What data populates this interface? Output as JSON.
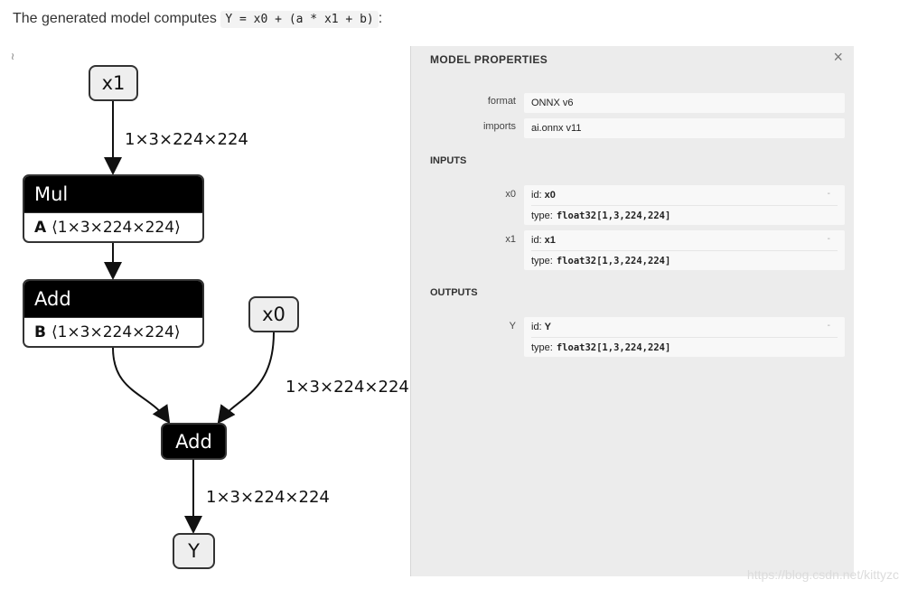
{
  "intro": {
    "text": "The generated model computes",
    "formula": "Y = x0 + (a * x1 + b)",
    "suffix": ":"
  },
  "left_marker": "≀",
  "graph": {
    "input_x1": "x1",
    "input_x0": "x0",
    "output_y": "Y",
    "mul": {
      "title": "Mul",
      "attr_name": "A",
      "attr_value": "⟨1×3×224×224⟩"
    },
    "add1": {
      "title": "Add",
      "attr_name": "B",
      "attr_value": "⟨1×3×224×224⟩"
    },
    "add2": {
      "title": "Add"
    },
    "edge_labels": {
      "x1_to_mul": "1×3×224×224",
      "x0_to_add": "1×3×224×224",
      "add_to_y": "1×3×224×224"
    }
  },
  "panel": {
    "title": "MODEL PROPERTIES",
    "close_icon": "×",
    "props": [
      {
        "label": "format",
        "value": "ONNX v6"
      },
      {
        "label": "imports",
        "value": "ai.onnx v11"
      }
    ],
    "inputs_title": "INPUTS",
    "inputs": [
      {
        "label": "x0",
        "id_prefix": "id:",
        "id": "x0",
        "type_prefix": "type:",
        "type": "float32[1,3,224,224]",
        "dash": "-"
      },
      {
        "label": "x1",
        "id_prefix": "id:",
        "id": "x1",
        "type_prefix": "type:",
        "type": "float32[1,3,224,224]",
        "dash": "-"
      }
    ],
    "outputs_title": "OUTPUTS",
    "outputs": [
      {
        "label": "Y",
        "id_prefix": "id:",
        "id": "Y",
        "type_prefix": "type:",
        "type": "float32[1,3,224,224]",
        "dash": "-"
      }
    ]
  },
  "watermark": "https://blog.csdn.net/kittyzc"
}
